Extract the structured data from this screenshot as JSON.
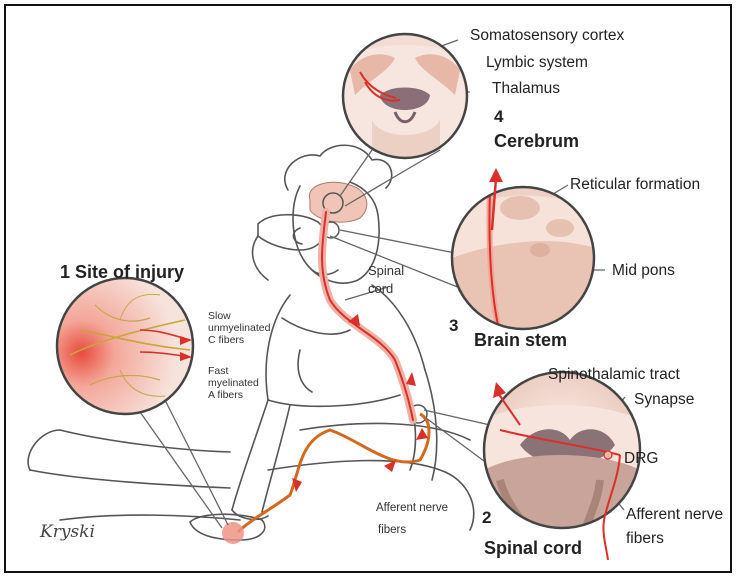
{
  "labels": {
    "somatosensory_cortex": "Somatosensory cortex",
    "lymbic_system": "Lymbic system",
    "thalamus": "Thalamus",
    "cerebrum_num": "4",
    "cerebrum_title": "Cerebrum",
    "reticular_formation": "Reticular formation",
    "mid_pons": "Mid pons",
    "brainstem_num": "3",
    "brainstem_title": "Brain stem",
    "spinal_cord_line1": "Spinal",
    "spinal_cord_line2": "cord",
    "site_of_injury": "1 Site of injury",
    "slow_fibers": [
      "Slow",
      "unmyelinated",
      "C fibers"
    ],
    "fast_fibers": [
      "Fast",
      "myelinated",
      "A fibers"
    ],
    "spinothalamic_tract": "Spinothalamic tract",
    "synapse": "Synapse",
    "drg": "DRG",
    "afferent_nerve_right_1": "Afferent nerve",
    "afferent_nerve_right_2": "fibers",
    "afferent_center_1": "Afferent nerve",
    "afferent_center_2": "fibers",
    "spinal_num": "2",
    "spinal_title": "Spinal cord"
  },
  "signature": "Kryski",
  "colors": {
    "pathway_red": "#d9302a",
    "nerve_orange": "#d2691e",
    "tissue_pink": "#f2cfc4",
    "tissue_light": "#fbeee8",
    "outline": "#555555"
  }
}
